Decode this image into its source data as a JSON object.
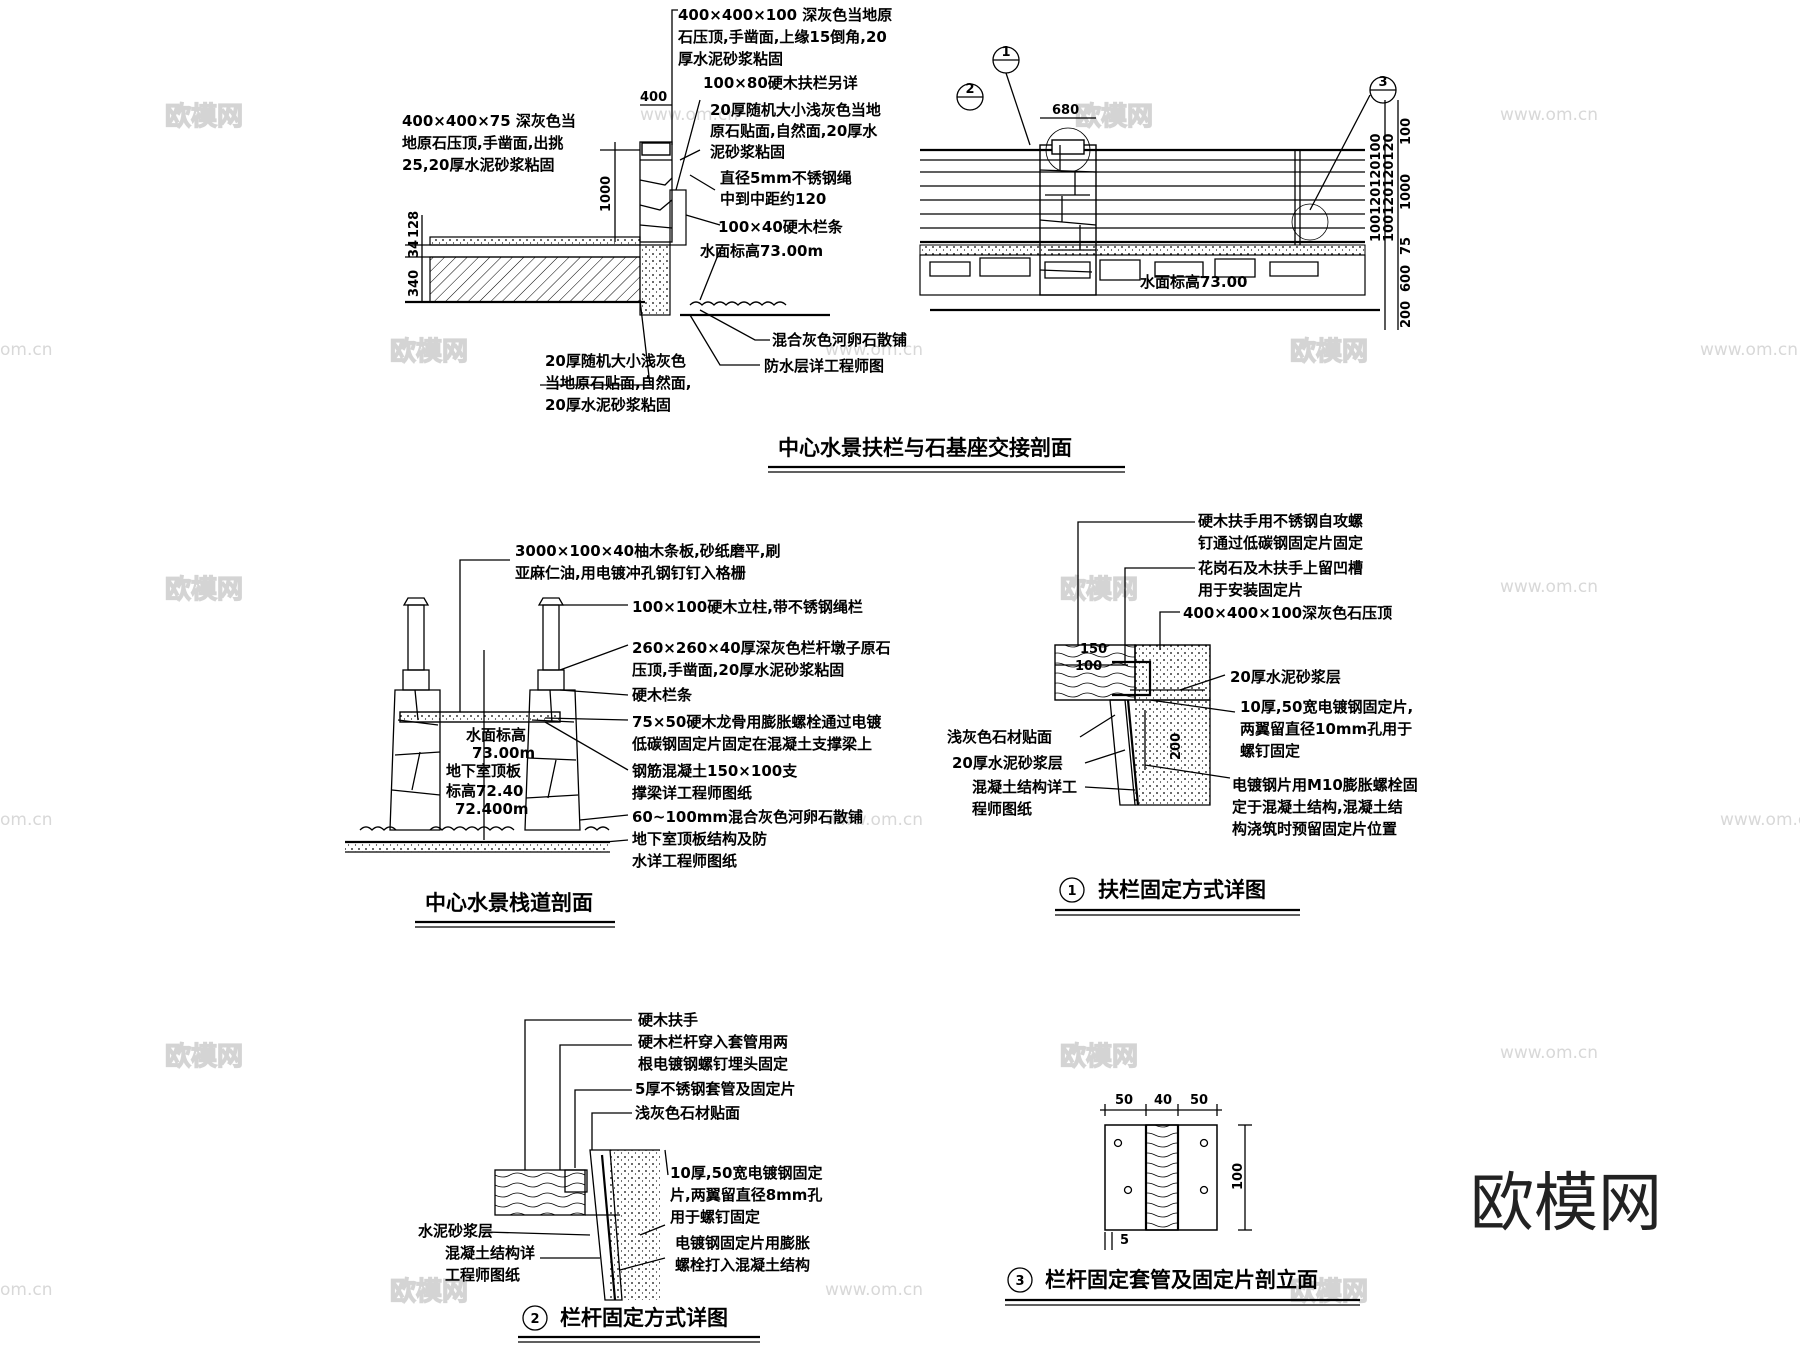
{
  "watermark": {
    "brand": "欧模网",
    "url": "www.om.cn",
    "url_short": "om.cn",
    "corner_brand": "欧模网"
  },
  "sec1": {
    "title": "中心水景扶栏与石基座交接剖面",
    "notes": [
      "400×400×100 深灰色当地原",
      "石压顶,手凿面,上缘15倒角,20",
      "厚水泥砂浆粘固",
      "100×80硬木扶栏另详",
      "20厚随机大小浅灰色当地",
      "原石贴面,自然面,20厚水",
      "泥砂浆粘固",
      "直径5mm不锈钢绳",
      "中到中距约120",
      "100×40硬木栏条",
      "水面标高73.00m",
      "混合灰色河卵石散铺",
      "防水层详工程师图"
    ],
    "left_notes": [
      "400×400×75 深灰色当",
      "地原石压顶,手凿面,出挑",
      "25,20厚水泥砂浆粘固"
    ],
    "bottom_notes": [
      "20厚随机大小浅灰色",
      "当地原石贴面,自然面,",
      "20厚水泥砂浆粘固"
    ],
    "water_level": "水面标高73.00",
    "dims": {
      "d400": "400",
      "d1000": "1000",
      "d128": "128",
      "d34": "34",
      "d340": "340",
      "d680": "680",
      "d100": "100",
      "d1000r": "1000",
      "d75": "75",
      "d600": "600",
      "d200": "200",
      "rail_stack": "100120120100",
      "rail_stack2": "100120120120"
    },
    "callouts": {
      "c1": "1",
      "c2": "2",
      "c3": "3"
    }
  },
  "sec2": {
    "title": "中心水景栈道剖面",
    "notes": [
      "3000×100×40柚木条板,砂纸磨平,刷",
      "亚麻仁油,用电镀冲孔钢钉钉入格栅",
      "100×100硬木立柱,带不锈钢绳栏",
      "260×260×40厚深灰色栏杆墩子原石",
      "压顶,手凿面,20厚水泥砂浆粘固",
      "硬木栏条",
      "75×50硬木龙骨用膨胀螺栓通过电镀",
      "低碳钢固定片固定在混凝土支撑梁上",
      "钢筋混凝土150×100支",
      "撑梁详工程师图纸",
      "60~100mm混合灰色河卵石散铺",
      "地下室顶板结构及防",
      "水详工程师图纸"
    ],
    "inner": [
      "水面标高",
      "73.00m",
      "地下室顶板",
      "标高72.40",
      "72.400m"
    ]
  },
  "sec3": {
    "num": "1",
    "title": "扶栏固定方式详图",
    "notes": [
      "硬木扶手用不锈钢自攻螺",
      "钉通过低碳钢固定片固定",
      "花岗石及木扶手上留凹槽",
      "用于安装固定片",
      "400×400×100深灰色石压顶",
      "20厚水泥砂浆层",
      "10厚,50宽电镀钢固定片,",
      "两翼留直径10mm孔用于",
      "螺钉固定",
      "电镀钢片用M10膨胀螺栓固",
      "定于混凝土结构,混凝土结",
      "构浇筑时预留固定片位置"
    ],
    "left_notes": [
      "浅灰色石材贴面",
      "20厚水泥砂浆层",
      "混凝土结构详工",
      "程师图纸"
    ],
    "dims": {
      "d150": "150",
      "d100": "100",
      "d200": "200"
    }
  },
  "sec4": {
    "num": "2",
    "title": "栏杆固定方式详图",
    "notes": [
      "硬木扶手",
      "硬木栏杆穿入套管用两",
      "根电镀钢螺钉埋头固定",
      "5厚不锈钢套管及固定片",
      "浅灰色石材贴面",
      "10厚,50宽电镀钢固定",
      "片,两翼留直径8mm孔",
      "用于螺钉固定",
      "电镀钢固定片用膨胀",
      "螺栓打入混凝土结构"
    ],
    "left_notes": [
      "水泥砂浆层",
      "混凝土结构详",
      "工程师图纸"
    ]
  },
  "sec5": {
    "num": "3",
    "title": "栏杆固定套管及固定片剖立面",
    "dims": {
      "d50a": "50",
      "d40": "40",
      "d50b": "50",
      "d100": "100",
      "d5": "5"
    }
  }
}
